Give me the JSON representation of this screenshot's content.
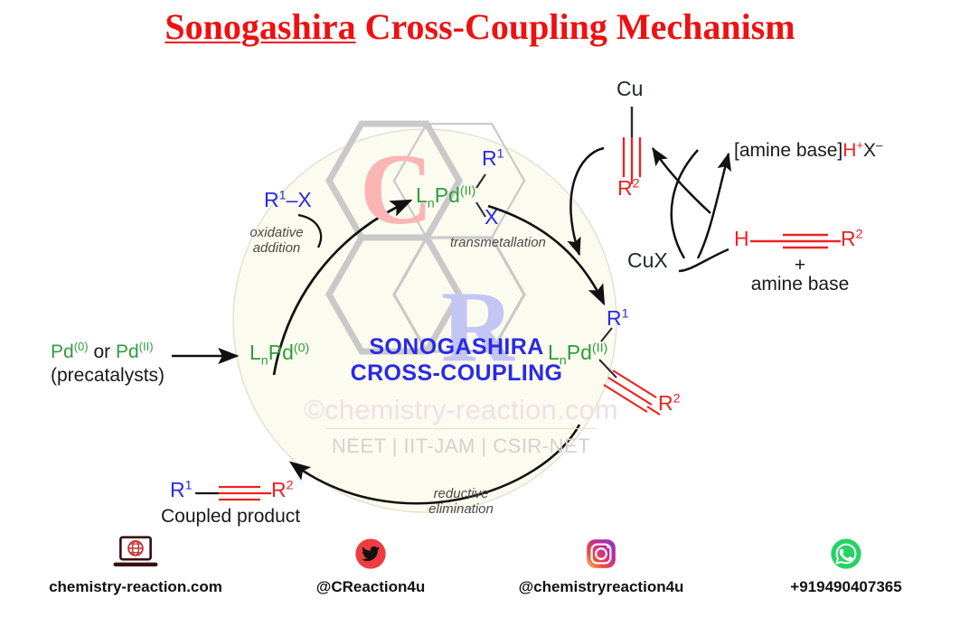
{
  "title": {
    "underlined_word": "Sonogashira",
    "rest": " Cross-Coupling Mechanism",
    "color": "#ee1111"
  },
  "diagram": {
    "type": "catalytic-cycle",
    "name": "Sonogashira cross-coupling catalytic cycle",
    "palladium_cycle": {
      "precatalyst_label_a": "Pd",
      "precatalyst_sup_a": "(0)",
      "precatalyst_or": " or ",
      "precatalyst_label_b": "Pd",
      "precatalyst_sup_b": "(II)",
      "precatalyst_note": "(precatalysts)",
      "active_catalyst": "L",
      "active_catalyst_sub": "n",
      "active_catalyst_pd": "Pd",
      "active_catalyst_sup": "(0)",
      "organohalide": "R",
      "organohalide_sup": "1",
      "organohalide_x": "–X",
      "step_oxidative": "oxidative\naddition",
      "step_transmetallation": "transmetallation",
      "step_reductive": "reductive\nelimination",
      "pd2_complex_top": {
        "l": "L",
        "n": "n",
        "pd": "Pd",
        "sup": "(II)",
        "r1": "R",
        "r1_sup": "1",
        "x": "X"
      },
      "pd2_complex_bottom": {
        "l": "L",
        "n": "n",
        "pd": "Pd",
        "sup": "(II)",
        "r1": "R",
        "r1_sup": "1",
        "r2": "R",
        "r2_sup": "2"
      },
      "product_r1": "R",
      "product_r1_sup": "1",
      "product_r2": "R",
      "product_r2_sup": "2",
      "product_label": "Coupled product"
    },
    "copper_cycle": {
      "cu": "Cu",
      "cu_acetylide_r2": "R",
      "cu_acetylide_r2_sup": "2",
      "cux": "CuX",
      "ammonium_salt_bracket": "[amine base]",
      "ammonium_salt_h": "H",
      "ammonium_salt_h_sup": "+",
      "ammonium_salt_x": "X",
      "ammonium_salt_x_sup": "–",
      "alkyne_h": "H",
      "alkyne_r2": "R",
      "alkyne_r2_sup": "2",
      "plus": "+",
      "amine_base": "amine base"
    },
    "center_brand_line1": "SONOGASHIRA",
    "center_brand_line2": "CROSS-COUPLING",
    "watermark_domain": "©chemistry-reaction.com",
    "watermark_exams": "NEET | IIT-JAM | CSIR-NET",
    "logo_letter_c": "C",
    "logo_letter_r": "R"
  },
  "colors": {
    "title_red": "#ee1111",
    "palladium_green": "#2e9e3e",
    "r1_blue": "#2a2ae6",
    "r2_red": "#ee2222",
    "brand_blue": "#2a2ae6",
    "cycle_fill": "#fbfbef",
    "logo_c_pink": "#fcb5b5",
    "logo_r_periwinkle": "#c3c6f5",
    "hex_gray": "#c9c9c9"
  },
  "footer": {
    "items": [
      {
        "icon": "website-laptop-icon",
        "label": "chemistry-reaction.com"
      },
      {
        "icon": "twitter-icon",
        "label": "@CReaction4u"
      },
      {
        "icon": "instagram-icon",
        "label": "@chemistryreaction4u"
      },
      {
        "icon": "whatsapp-icon",
        "label": "+919490407365"
      }
    ]
  }
}
